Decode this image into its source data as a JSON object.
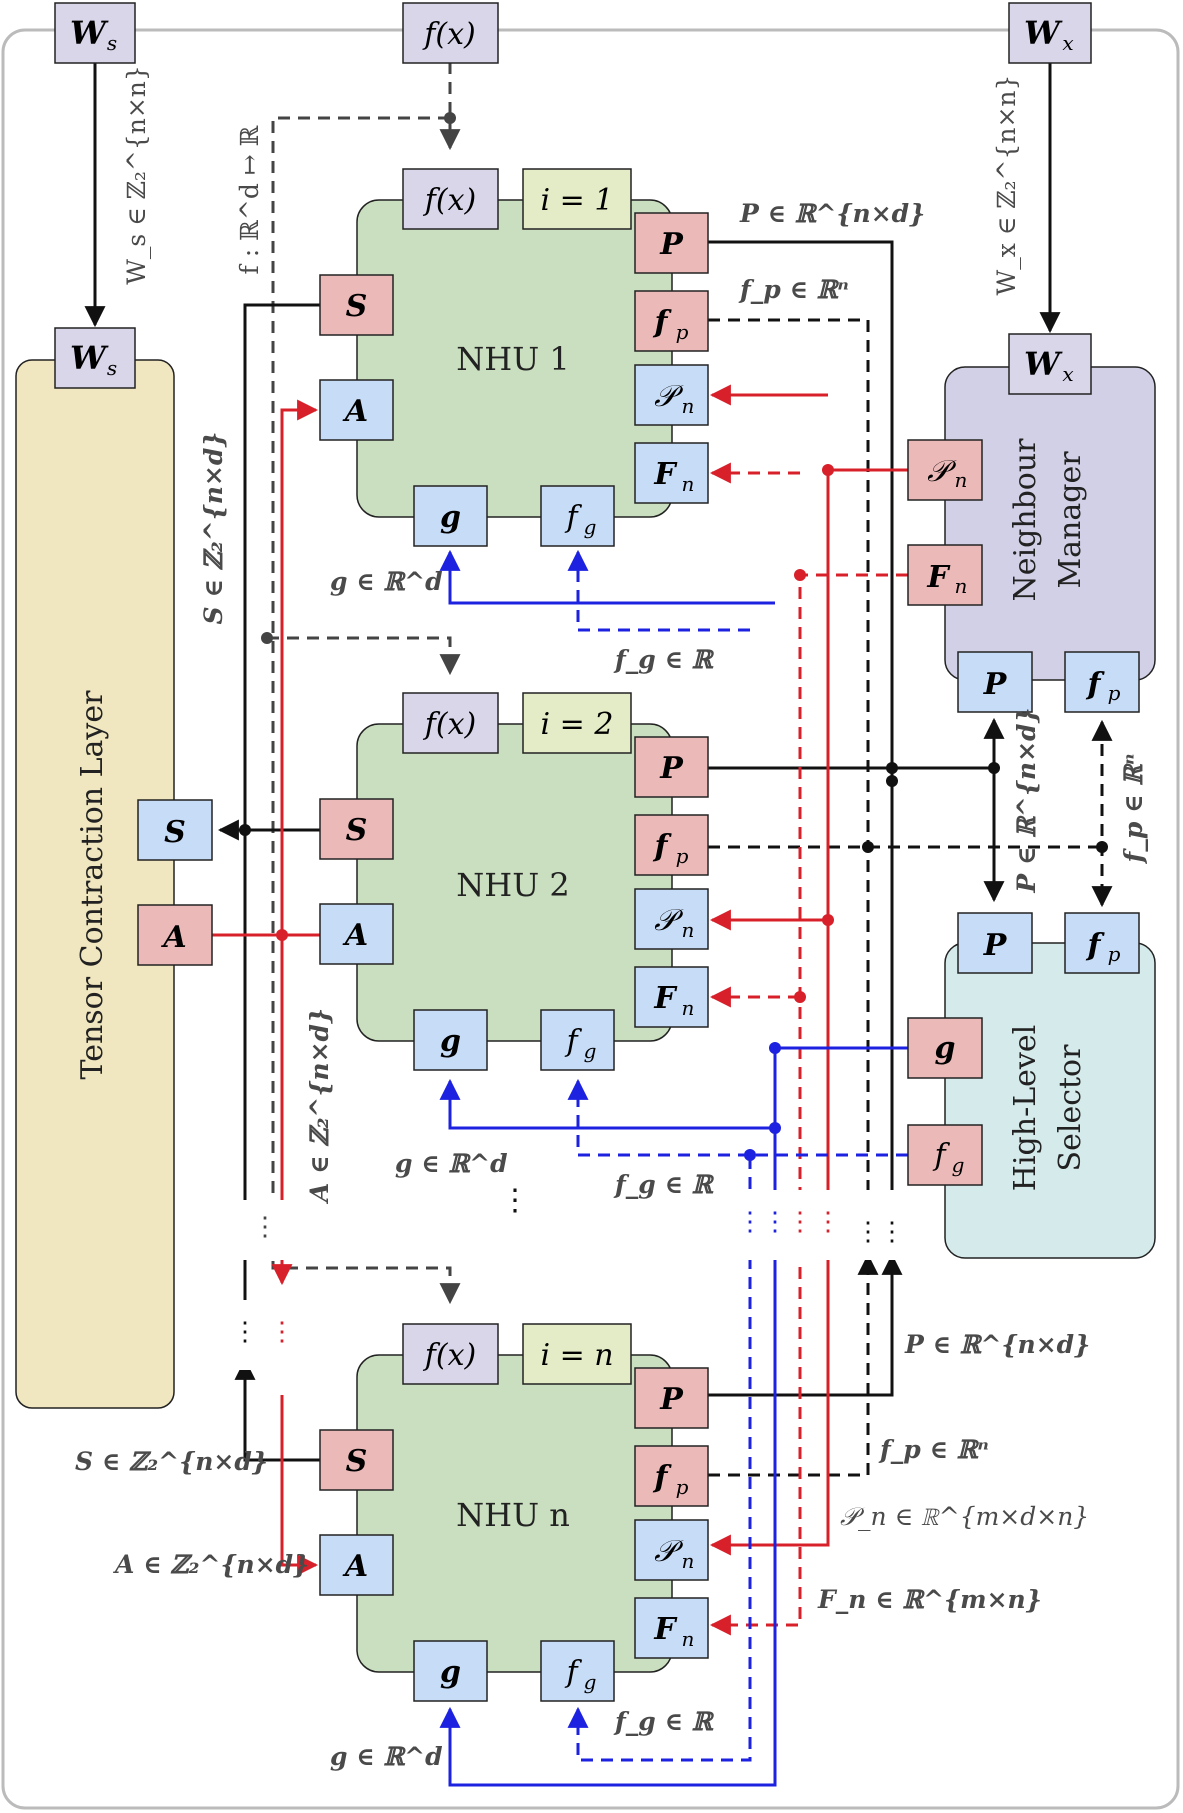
{
  "colors": {
    "port_blue": "#c7dcf6",
    "port_red": "#ecb9b9",
    "port_purple": "#d9d6ea",
    "port_green": "#e3ecc6",
    "nhu_body": "#c9dfbf",
    "tcl_body": "#f0e6bf",
    "nm_body": "#d1d0e6",
    "hls_body": "#d5eaea",
    "wire_black": "#111111",
    "wire_red": "#d8202a",
    "wire_blue": "#1d22e0",
    "wire_gray": "#444444"
  },
  "top": {
    "ws": {
      "main": "W",
      "sub": "s"
    },
    "fx": "f(x)",
    "wx": {
      "main": "W",
      "sub": "x"
    },
    "ws_label": "W_s ∈ ℤ₂^{n×n}",
    "wx_label": "W_x ∈ ℤ₂^{n×n}",
    "f_label": "f : ℝ^d ↦ ℝ"
  },
  "tcl": {
    "title": "Tensor Contraction Layer",
    "port_ws": "W",
    "port_ws_sub": "s",
    "port_s": "S",
    "port_a": "A"
  },
  "nhu": [
    {
      "title": "NHU 1",
      "index_label": "i = 1",
      "fx": "f(x)"
    },
    {
      "title": "NHU 2",
      "index_label": "i = 2",
      "fx": "f(x)"
    },
    {
      "title": "NHU n",
      "index_label": "i = n",
      "fx": "f(x)"
    }
  ],
  "ports": {
    "P": "P",
    "fp_main": "f",
    "fp_sub": "p",
    "Pn_main": "𝒫",
    "Pn_sub": "n",
    "Fn_main": "F",
    "Fn_sub": "n",
    "S": "S",
    "A": "A",
    "g": "g",
    "fg_main": "f",
    "fg_sub": "g"
  },
  "nm": {
    "title_line1": "Neighbour",
    "title_line2": "Manager",
    "port_wx": "W",
    "port_wx_sub": "x",
    "port_Pn": "𝒫",
    "port_Pn_sub": "n",
    "port_Fn": "F",
    "port_Fn_sub": "n",
    "port_P": "P",
    "port_fp": "f",
    "port_fp_sub": "p"
  },
  "hls": {
    "title_line1": "High-Level",
    "title_line2": "Selector",
    "port_P": "P",
    "port_fp": "f",
    "port_fp_sub": "p",
    "port_g": "g",
    "port_fg": "f",
    "port_fg_sub": "g"
  },
  "labels": {
    "P_top": "P ∈ ℝ^{n×d}",
    "fp_top": "f_p ∈ ℝⁿ",
    "S_left": "S ∈ ℤ₂^{n×d}",
    "g1": "g ∈ ℝ^d",
    "fg1": "f_g ∈ ℝ",
    "A_mid": "A ∈ ℤ₂^{n×d}",
    "g2": "g ∈ ℝ^d",
    "fg2": "f_g ∈ ℝ",
    "P_mid": "P ∈ ℝ^{n×d}",
    "fp_mid": "f_p ∈ ℝⁿ",
    "P_bot": "P ∈ ℝ^{n×d}",
    "fp_bot": "f_p ∈ ℝⁿ",
    "S_bot": "S ∈ ℤ₂^{n×d}",
    "A_bot": "A ∈ ℤ₂^{n×d}",
    "Pn_bot": "𝒫_n ∈ ℝ^{m×d×n}",
    "Fn_bot": "F_n ∈ ℝ^{m×n}",
    "g3": "g ∈ ℝ^d",
    "fg3": "f_g ∈ ℝ"
  }
}
